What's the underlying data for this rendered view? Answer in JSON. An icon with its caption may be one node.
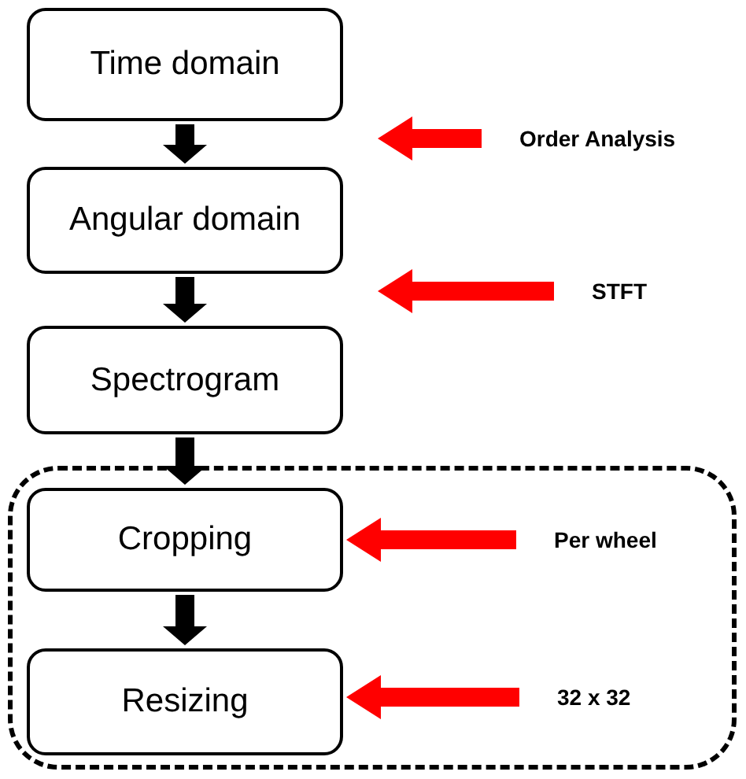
{
  "diagram": {
    "nodes": [
      {
        "text": [
          "Time domain"
        ]
      },
      {
        "text": [
          "Angular domain"
        ]
      },
      {
        "text": [
          "Spectrogram"
        ]
      },
      {
        "text": [],
        "shape": "box"
      },
      {
        "text": [
          "Cropping"
        ],
        "in": 3
      },
      {
        "text": [
          "Resizing"
        ],
        "in": 3
      },
      {
        "text": [
          "Order Analysis"
        ]
      },
      {
        "text": [
          "STFT"
        ]
      },
      {
        "text": [
          "Per wheel"
        ],
        "in": 3
      },
      {
        "text": [
          "32 x 32"
        ],
        "in": 3
      }
    ],
    "edges": [
      {
        "from": 0,
        "to": 1,
        "arrow": "to"
      },
      {
        "from": 1,
        "to": 2,
        "arrow": "to"
      },
      {
        "from": 2,
        "to": 4,
        "arrow": "to"
      },
      {
        "from": 4,
        "to": 5,
        "arrow": "to"
      },
      {
        "from": 6,
        "to": null,
        "arrow": "to",
        "color": "#ff0000"
      },
      {
        "from": 7,
        "to": null,
        "arrow": "to",
        "color": "#ff0000"
      },
      {
        "from": 8,
        "to": 4,
        "arrow": "to",
        "color": "#ff0000"
      },
      {
        "from": 9,
        "to": 5,
        "arrow": "to",
        "color": "#ff0000"
      }
    ]
  }
}
